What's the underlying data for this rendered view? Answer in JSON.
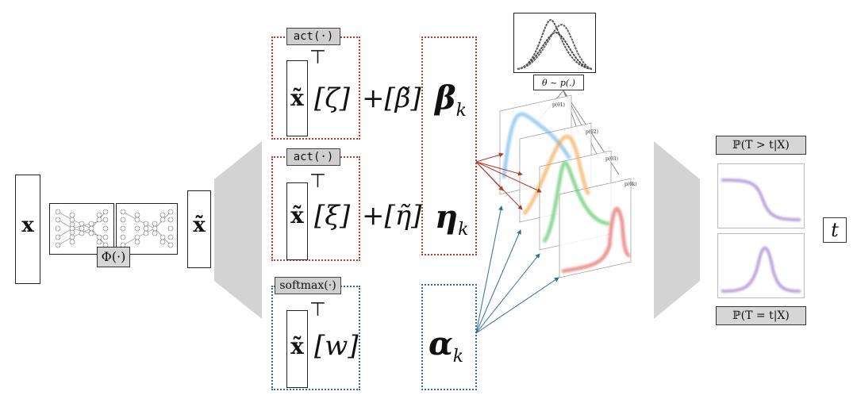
{
  "input": {
    "x_label": "x",
    "phi_label": "Φ(·)",
    "xt_label": "x̃"
  },
  "rows": [
    {
      "activation": "act(·)",
      "xt": "x̃",
      "transpose": "⊤",
      "param": "[ζ]",
      "plus": "+[β̃]",
      "output": "β",
      "output_sub": "k"
    },
    {
      "activation": "act(·)",
      "xt": "x̃",
      "transpose": "⊤",
      "param": "[ξ]",
      "plus": "+[η̃]",
      "output": "η",
      "output_sub": "k"
    },
    {
      "activation": "softmax(·)",
      "xt": "x̃",
      "transpose": "⊤",
      "param": "[w]",
      "plus": "",
      "output": "α",
      "output_sub": "k"
    }
  ],
  "theta_label": "θ ~ p(.)",
  "mixture_labels": [
    "p(θ1)",
    "p(θ2)",
    "p(θ3)",
    "p(θk)"
  ],
  "outputs": {
    "survival_label": "ℙ(T > t|X)",
    "density_label": "ℙ(T = t|X)",
    "t_label": "t"
  },
  "colors": {
    "red_dotted": "#c0392b",
    "blue_dotted": "#2e6f9e",
    "curve_blue": "#5aa9e6",
    "curve_orange": "#f0a040",
    "curve_green": "#4cbf5a",
    "curve_red": "#e05555",
    "output_curve": "#a98fd0"
  }
}
